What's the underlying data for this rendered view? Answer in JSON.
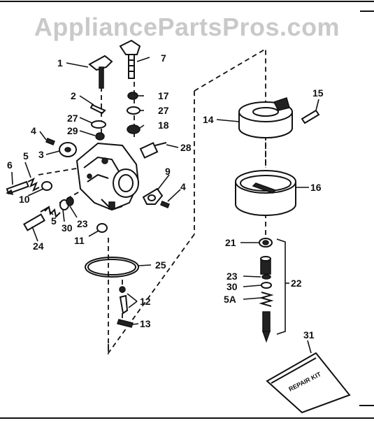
{
  "watermark": "AppliancePartsPros.com",
  "kit_label": "REPAIR KIT",
  "callouts": [
    {
      "id": "c1",
      "text": "1"
    },
    {
      "id": "c7",
      "text": "7"
    },
    {
      "id": "c2",
      "text": "2"
    },
    {
      "id": "c17",
      "text": "17"
    },
    {
      "id": "c27a",
      "text": "27"
    },
    {
      "id": "c27b",
      "text": "27"
    },
    {
      "id": "c18",
      "text": "18"
    },
    {
      "id": "c4a",
      "text": "4"
    },
    {
      "id": "c29",
      "text": "29"
    },
    {
      "id": "c28",
      "text": "28"
    },
    {
      "id": "c3",
      "text": "3"
    },
    {
      "id": "c5a",
      "text": "5"
    },
    {
      "id": "c6",
      "text": "6"
    },
    {
      "id": "c9",
      "text": "9"
    },
    {
      "id": "c4b",
      "text": "4"
    },
    {
      "id": "c10",
      "text": "10"
    },
    {
      "id": "c23a",
      "text": "23"
    },
    {
      "id": "c5b",
      "text": "5"
    },
    {
      "id": "c30a",
      "text": "30"
    },
    {
      "id": "c24",
      "text": "24"
    },
    {
      "id": "c11",
      "text": "11"
    },
    {
      "id": "c25",
      "text": "25"
    },
    {
      "id": "c12",
      "text": "12"
    },
    {
      "id": "c13",
      "text": "13"
    },
    {
      "id": "c14",
      "text": "14"
    },
    {
      "id": "c15",
      "text": "15"
    },
    {
      "id": "c16",
      "text": "16"
    },
    {
      "id": "c21",
      "text": "21"
    },
    {
      "id": "c23b",
      "text": "23"
    },
    {
      "id": "c30b",
      "text": "30"
    },
    {
      "id": "c22",
      "text": "22"
    },
    {
      "id": "c5A",
      "text": "5A"
    },
    {
      "id": "c31",
      "text": "31"
    }
  ]
}
